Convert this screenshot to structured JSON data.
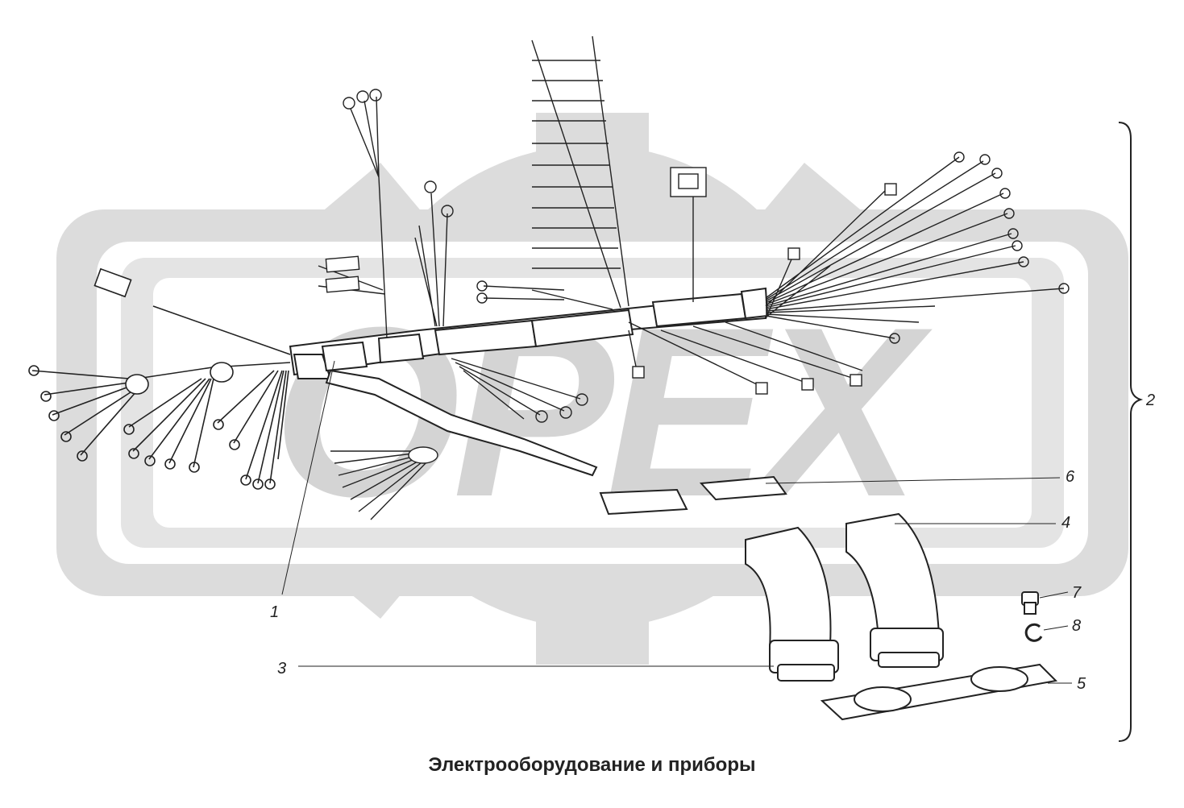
{
  "caption": "Электрооборудование и приборы",
  "watermark": {
    "text": "OPEX",
    "color": "#d9d9d9"
  },
  "callouts": [
    {
      "id": "1",
      "label": "1"
    },
    {
      "id": "2",
      "label": "2"
    },
    {
      "id": "3",
      "label": "3"
    },
    {
      "id": "4",
      "label": "4"
    },
    {
      "id": "5",
      "label": "5"
    },
    {
      "id": "6",
      "label": "6"
    },
    {
      "id": "7",
      "label": "7"
    },
    {
      "id": "8",
      "label": "8"
    }
  ],
  "colors": {
    "line": "#222222",
    "background": "#ffffff",
    "watermark": "#d9d9d9"
  }
}
